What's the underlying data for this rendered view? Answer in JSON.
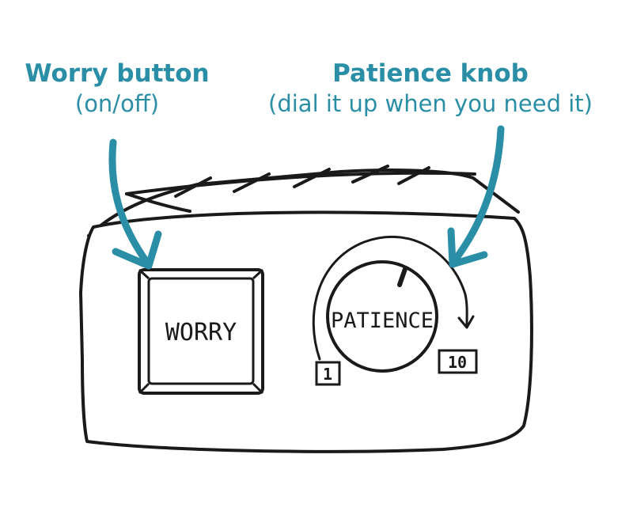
{
  "callouts": {
    "worry": {
      "title": "Worry button",
      "subtitle": "(on/off)"
    },
    "patience": {
      "title": "Patience knob",
      "subtitle": "(dial it up when you need it)"
    }
  },
  "device": {
    "button_label": "WORRY",
    "knob_label": "PATIENCE",
    "dial_min": "1",
    "dial_max": "10"
  },
  "colors": {
    "accent": "#2a8ea6",
    "ink": "#1a1a1a"
  }
}
